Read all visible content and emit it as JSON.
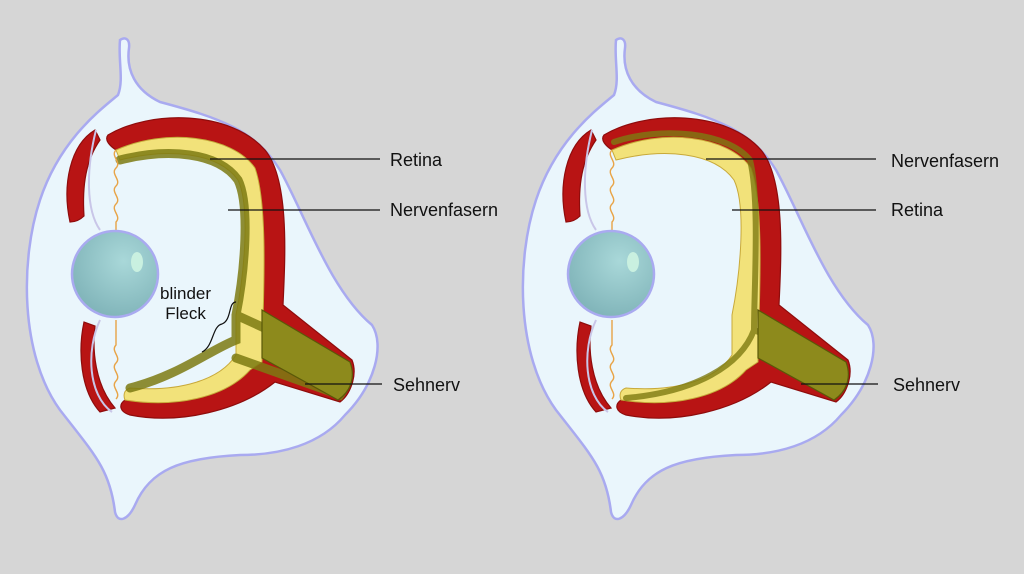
{
  "diagrams": [
    {
      "name": "inverted-eye",
      "labels": {
        "retina": "Retina",
        "nerve_fibers": "Nervenfasern",
        "optic_nerve": "Sehnerv",
        "blind_spot_line1": "blinder",
        "blind_spot_line2": "Fleck"
      }
    },
    {
      "name": "everted-eye",
      "labels": {
        "nerve_fibers": "Nervenfasern",
        "retina": "Retina",
        "optic_nerve": "Sehnerv"
      }
    }
  ],
  "colors": {
    "background": "#d6d6d6",
    "eye_fill": "#eaf6fc",
    "eye_outline": "#a9aaf0",
    "choroid": "#b81414",
    "retina_fill": "#f2e27a",
    "nerve_fiber": "#7d7a12",
    "lens": "#8fc4c8",
    "zonule": "#e8a447"
  }
}
